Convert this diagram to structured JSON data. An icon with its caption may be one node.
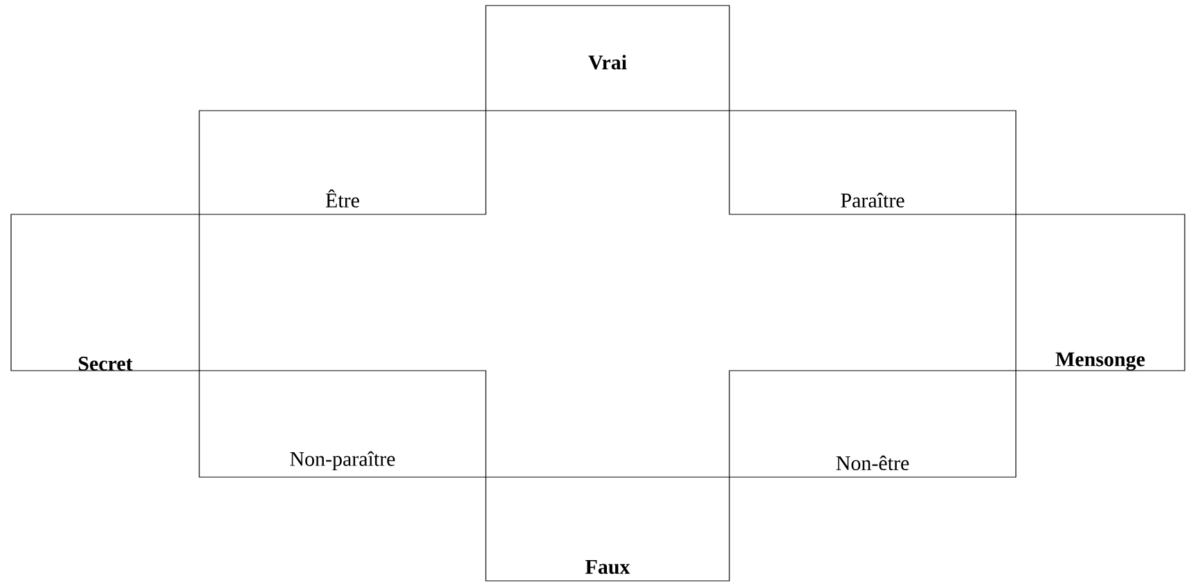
{
  "diagram": {
    "nodes": [
      {
        "text": [
          "Vrai"
        ]
      },
      {
        "text": [
          "Être"
        ]
      },
      {
        "text": [
          "Paraître"
        ]
      },
      {
        "text": [
          "Secret"
        ]
      },
      {
        "text": [
          "Mensonge"
        ]
      },
      {
        "text": [
          "Non-paraître"
        ]
      },
      {
        "text": [
          "Non-être"
        ]
      },
      {
        "text": [
          "Faux"
        ]
      }
    ]
  }
}
